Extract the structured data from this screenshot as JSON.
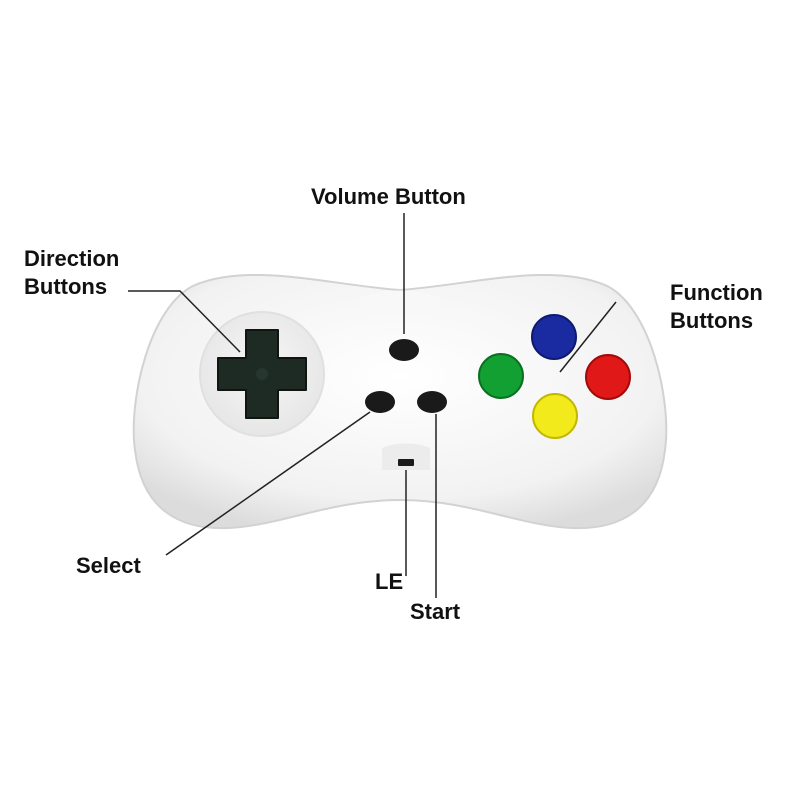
{
  "labels": {
    "volume": "Volume Button",
    "direction_line1": "Direction",
    "direction_line2": "Buttons",
    "function_line1": "Function",
    "function_line2": "Buttons",
    "select": "Select",
    "led": "LE",
    "start": "Start"
  },
  "colors": {
    "controller_body": "#f4f4f4",
    "controller_shadow": "#d9d9d9",
    "dpad": "#1e2b24",
    "small_button": "#1a1a1a",
    "button_blue": "#1a2aa0",
    "button_green": "#12a032",
    "button_red": "#e01818",
    "button_yellow": "#f2ea1a",
    "leader_line": "#222222"
  }
}
